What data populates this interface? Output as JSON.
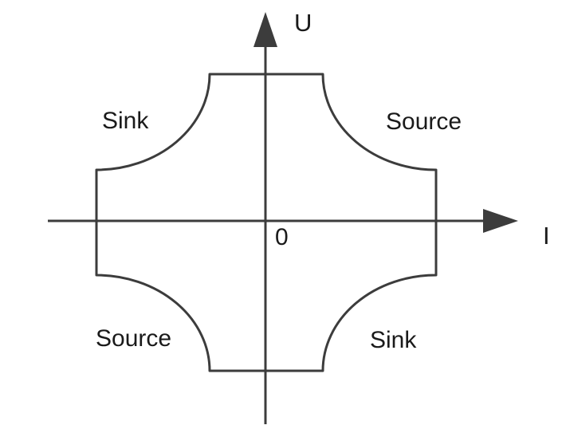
{
  "axes": {
    "vertical_label": "U",
    "horizontal_label": "I",
    "origin_label": "0"
  },
  "quadrants": {
    "top_left": "Sink",
    "top_right": "Source",
    "bottom_left": "Source",
    "bottom_right": "Sink"
  },
  "colors": {
    "stroke": "#3c3c3c",
    "text": "#1a1a1a",
    "background": "#ffffff"
  }
}
